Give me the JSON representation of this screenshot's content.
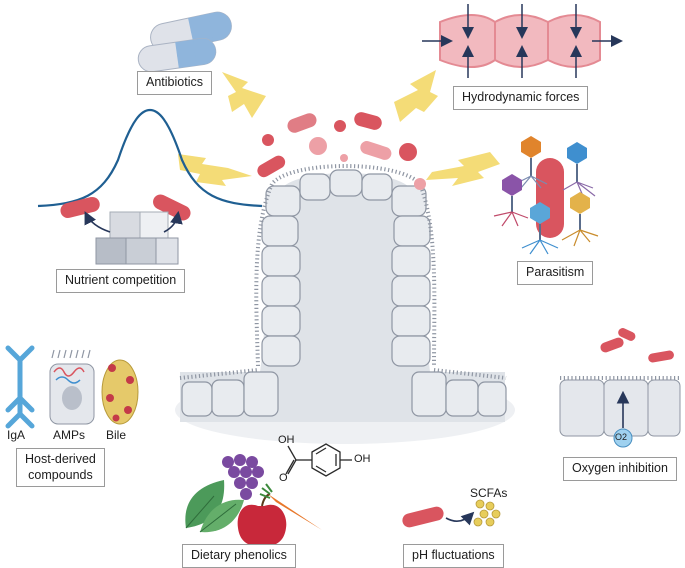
{
  "labels": {
    "antibiotics": "Antibiotics",
    "hydrodynamic": "Hydrodynamic forces",
    "nutrient": "Nutrient competition",
    "parasitism": "Parasitism",
    "host_line1": "Host-derived",
    "host_line2": "compounds",
    "oxygen": "Oxygen inhibition",
    "dietary": "Dietary phenolics",
    "ph": "pH fluctuations"
  },
  "host_items": {
    "iga": "IgA",
    "amps": "AMPs",
    "bile": "Bile"
  },
  "chem": {
    "oh": "OH",
    "o": "O",
    "o2": "O2",
    "scfas": "SCFAs"
  },
  "colors": {
    "bacteria_red": "#d9555f",
    "bacteria_pink": "#eda0a6",
    "lightning": "#f4dc77",
    "cell_fill": "#e4e7ec",
    "cell_stroke": "#8f96a3",
    "curve_blue": "#1f5f92",
    "arrow_navy": "#27375a"
  }
}
